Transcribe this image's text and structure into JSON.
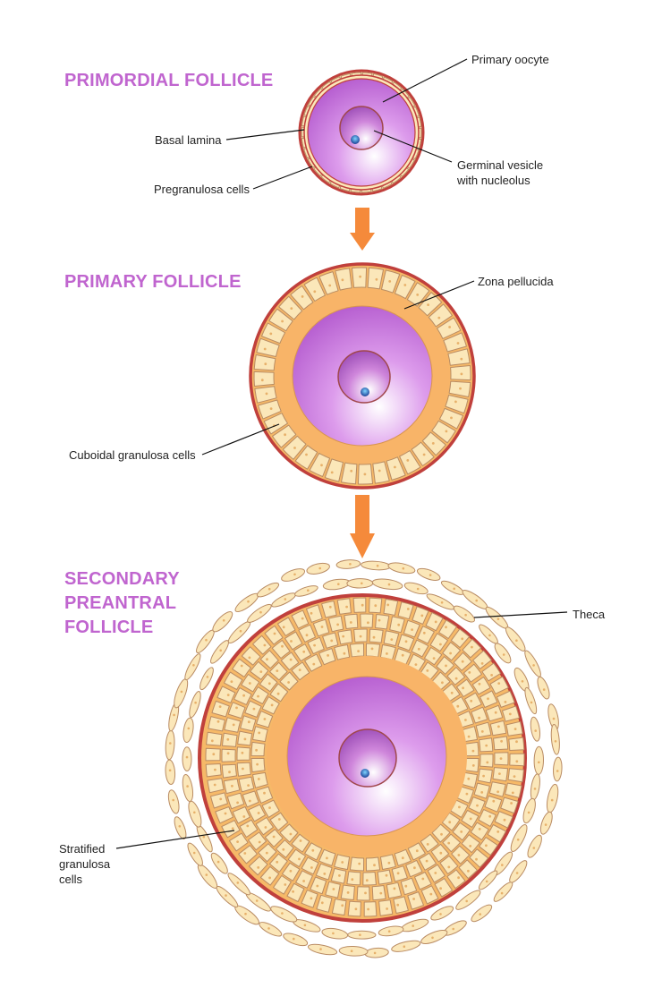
{
  "titles": {
    "primordial": "PRIMORDIAL FOLLICLE",
    "primary": "PRIMARY FOLLICLE",
    "secondary": [
      "SECONDARY",
      "PREANTRAL",
      "FOLLICLE"
    ]
  },
  "labels": {
    "primary_oocyte": "Primary oocyte",
    "basal_lamina": "Basal lamina",
    "germinal_vesicle": [
      "Germinal vesicle",
      "with nucleolus"
    ],
    "pregranulosa_cells": "Pregranulosa cells",
    "zona_pellucida": "Zona pellucida",
    "cuboidal_granulosa_cells": "Cuboidal granulosa cells",
    "theca": "Theca",
    "stratified_granulosa_cells": [
      "Stratified",
      "granulosa",
      "cells"
    ]
  },
  "colors": {
    "title": "#c065cf",
    "arrow": "#f58a3b",
    "membrane": "#c0403c",
    "zona": "#f8b468",
    "cell_fill": "#fbe7b9",
    "cell_stroke": "#b98b63",
    "cell_dot": "#e7b06a",
    "oocyte_center": "#ffffff",
    "oocyte_mid": "#dd9cec",
    "oocyte_edge": "#b65ed0",
    "nucleus": "#8a3fa8",
    "nucleolus": "#1b4fa0",
    "leader": "#111111"
  }
}
